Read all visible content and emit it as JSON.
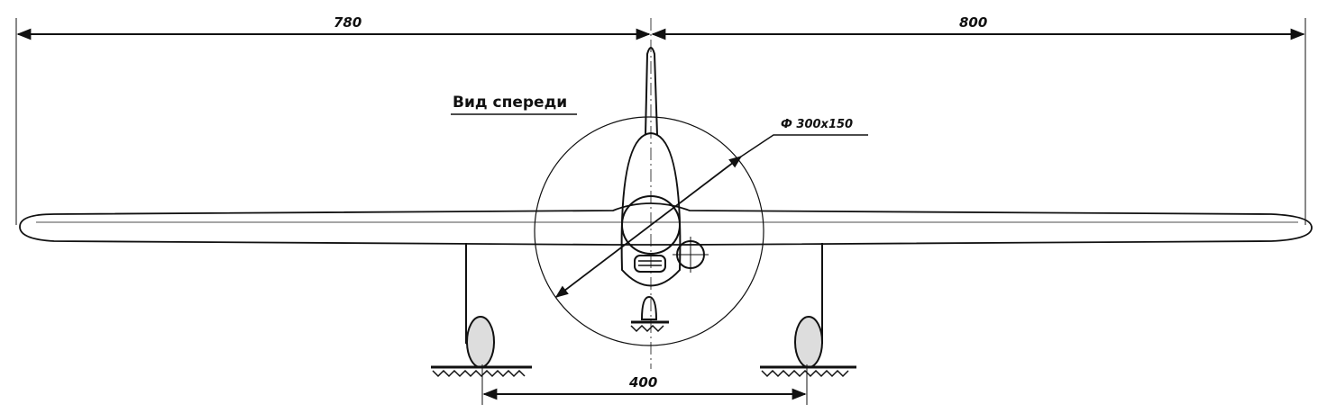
{
  "title": "Вид спереди",
  "dimensions": {
    "left_half_span": "780",
    "right_half_span": "800",
    "propeller": "Ф 300х150",
    "wheel_track": "400"
  },
  "colors": {
    "ink": "#111111",
    "paper": "#ffffff"
  }
}
